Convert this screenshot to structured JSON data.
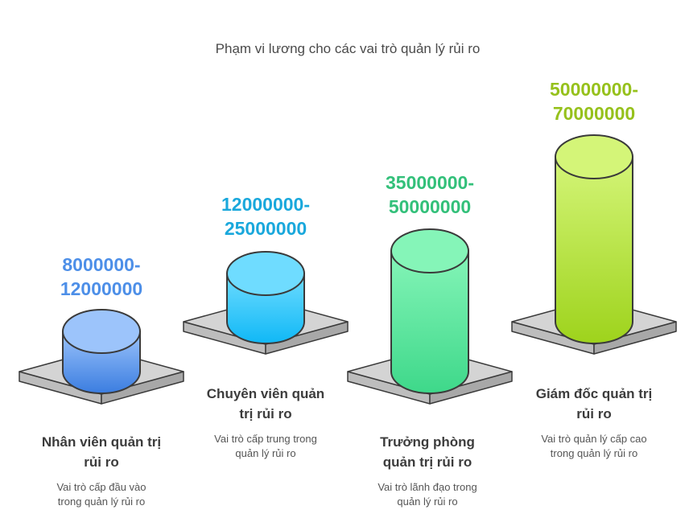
{
  "title": "Phạm vi lương cho các vai trò quản lý rủi ro",
  "items": [
    {
      "range_line1": "8000000-",
      "range_line2": "12000000",
      "role_line1": "Nhân viên quản trị",
      "role_line2": "rủi ro",
      "desc_line1": "Vai trò cấp đầu vào",
      "desc_line2": "trong quản lý rủi ro",
      "color": "#4d8fe8",
      "color_light": "#9cc4fb",
      "color_dark": "#3b7de0"
    },
    {
      "range_line1": "12000000-",
      "range_line2": "25000000",
      "role_line1": "Chuyên viên quản",
      "role_line2": "trị rủi ro",
      "desc_line1": "Vai trò cấp trung trong",
      "desc_line2": "quản lý rủi ro",
      "color": "#1aa8dc",
      "color_light": "#6fdcff",
      "color_dark": "#10b8f6"
    },
    {
      "range_line1": "35000000-",
      "range_line2": "50000000",
      "role_line1": "Trưởng phòng",
      "role_line2": "quản trị rủi ro",
      "desc_line1": "Vai trò lãnh đạo trong",
      "desc_line2": "quản lý rủi ro",
      "color": "#33c07a",
      "color_light": "#85f5b8",
      "color_dark": "#3ed88a"
    },
    {
      "range_line1": "50000000-",
      "range_line2": "70000000",
      "role_line1": "Giám đốc quản trị",
      "role_line2": "rủi ro",
      "desc_line1": "Vai trò quản lý cấp cao",
      "desc_line2": "trong quản lý rủi ro",
      "color": "#96c11c",
      "color_light": "#d4f578",
      "color_dark": "#9ed31c"
    }
  ]
}
